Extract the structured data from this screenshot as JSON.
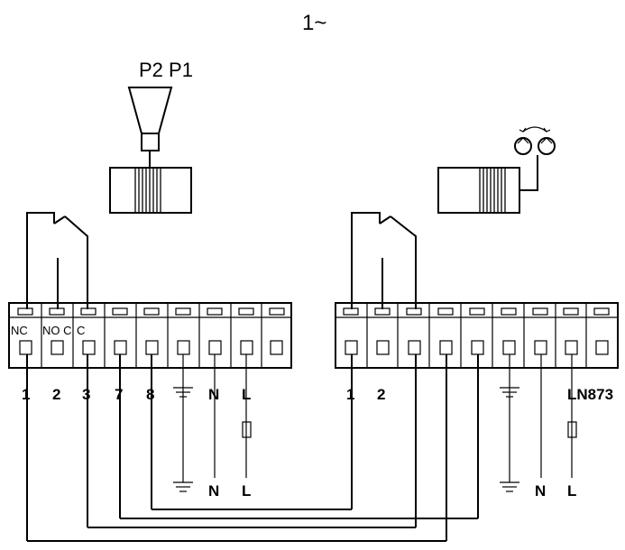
{
  "diagram": {
    "supply_label": "1~",
    "pump_label": "P2 P1",
    "left_block": {
      "top_labels": [
        "NC",
        "NO C",
        "C"
      ],
      "terminal_numbers": [
        "1",
        "2",
        "3",
        "7",
        "8",
        "N",
        "L"
      ],
      "bottom_labels": [
        "N",
        "L"
      ]
    },
    "right_block": {
      "terminal_numbers": [
        "1",
        "2"
      ],
      "model_label": "LN873",
      "bottom_labels": [
        "N",
        "L"
      ]
    },
    "icons": [
      "horn-valve-icon",
      "solenoid-coil-icon",
      "rotation-arrows-icon",
      "motor-coil-icon",
      "ground-icon",
      "fuse-icon"
    ]
  }
}
